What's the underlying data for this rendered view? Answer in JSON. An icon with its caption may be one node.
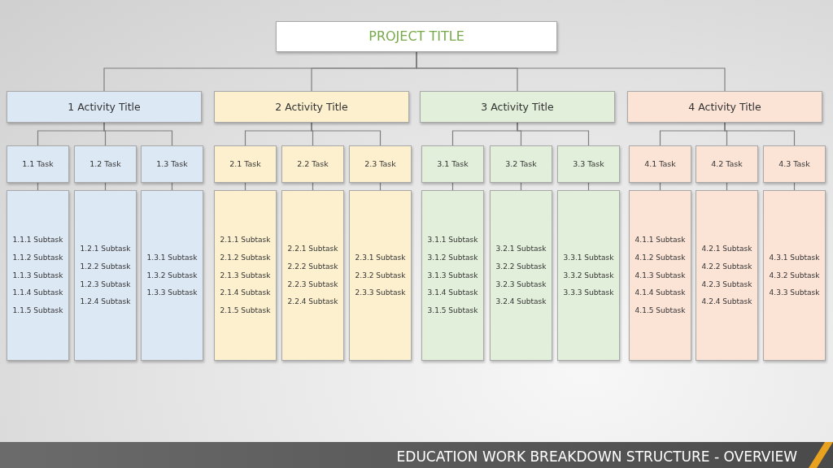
{
  "diagram": {
    "title": "EDUCATION WORK BREAKDOWN STRUCTURE - OVERVIEW",
    "nodes": [
      {
        "text": [
          "PROJECT TITLE"
        ]
      },
      {
        "text": [
          "1 Activity Title"
        ]
      },
      {
        "text": [
          "2 Activity Title"
        ]
      },
      {
        "text": [
          "3 Activity Title"
        ]
      },
      {
        "text": [
          "4 Activity Title"
        ]
      },
      {
        "text": [
          "1.1 Task"
        ]
      },
      {
        "text": [
          "1.2 Task"
        ]
      },
      {
        "text": [
          "1.3 Task"
        ]
      },
      {
        "text": [
          "2.1 Task"
        ]
      },
      {
        "text": [
          "2.2 Task"
        ]
      },
      {
        "text": [
          "2.3 Task"
        ]
      },
      {
        "text": [
          "3.1 Task"
        ]
      },
      {
        "text": [
          "3.2 Task"
        ]
      },
      {
        "text": [
          "3.3 Task"
        ]
      },
      {
        "text": [
          "4.1 Task"
        ]
      },
      {
        "text": [
          "4.2 Task"
        ]
      },
      {
        "text": [
          "4.3 Task"
        ]
      },
      {
        "text": [
          "1.1.1 Subtask",
          "1.1.2 Subtask",
          "1.1.3 Subtask",
          "1.1.4 Subtask",
          "1.1.5 Subtask"
        ]
      },
      {
        "text": [
          "1.2.1 Subtask",
          "1.2.2 Subtask",
          "1.2.3 Subtask",
          "1.2.4 Subtask"
        ]
      },
      {
        "text": [
          "1.3.1 Subtask",
          "1.3.2 Subtask",
          "1.3.3 Subtask"
        ]
      },
      {
        "text": [
          "2.1.1 Subtask",
          "2.1.2 Subtask",
          "2.1.3 Subtask",
          "2.1.4 Subtask",
          "2.1.5 Subtask"
        ]
      },
      {
        "text": [
          "2.2.1 Subtask",
          "2.2.2 Subtask",
          "2.2.3 Subtask",
          "2.2.4 Subtask"
        ]
      },
      {
        "text": [
          "2.3.1 Subtask",
          "2.3.2 Subtask",
          "2.3.3 Subtask"
        ]
      },
      {
        "text": [
          "3.1.1 Subtask",
          "3.1.2 Subtask",
          "3.1.3 Subtask",
          "3.1.4 Subtask",
          "3.1.5 Subtask"
        ]
      },
      {
        "text": [
          "3.2.1 Subtask",
          "3.2.2 Subtask",
          "3.2.3 Subtask",
          "3.2.4 Subtask"
        ]
      },
      {
        "text": [
          "3.3.1 Subtask",
          "3.3.2 Subtask",
          "3.3.3 Subtask"
        ]
      },
      {
        "text": [
          "4.1.1 Subtask",
          "4.1.2 Subtask",
          "4.1.3 Subtask",
          "4.1.4 Subtask",
          "4.1.5 Subtask"
        ]
      },
      {
        "text": [
          "4.2.1 Subtask",
          "4.2.2 Subtask",
          "4.2.3 Subtask",
          "4.2.4 Subtask"
        ]
      },
      {
        "text": [
          "4.3.1 Subtask",
          "4.3.2 Subtask",
          "4.3.3 Subtask"
        ]
      }
    ],
    "edges": [
      {
        "from": 0,
        "to": 1,
        "arrow": "none"
      },
      {
        "from": 0,
        "to": 2,
        "arrow": "none"
      },
      {
        "from": 0,
        "to": 3,
        "arrow": "none"
      },
      {
        "from": 0,
        "to": 4,
        "arrow": "none"
      },
      {
        "from": 1,
        "to": 5,
        "arrow": "none"
      },
      {
        "from": 1,
        "to": 6,
        "arrow": "none"
      },
      {
        "from": 1,
        "to": 7,
        "arrow": "none"
      },
      {
        "from": 2,
        "to": 8,
        "arrow": "none"
      },
      {
        "from": 2,
        "to": 9,
        "arrow": "none"
      },
      {
        "from": 2,
        "to": 10,
        "arrow": "none"
      },
      {
        "from": 3,
        "to": 11,
        "arrow": "none"
      },
      {
        "from": 3,
        "to": 12,
        "arrow": "none"
      },
      {
        "from": 3,
        "to": 13,
        "arrow": "none"
      },
      {
        "from": 4,
        "to": 14,
        "arrow": "none"
      },
      {
        "from": 4,
        "to": 15,
        "arrow": "none"
      },
      {
        "from": 4,
        "to": 16,
        "arrow": "none"
      },
      {
        "from": 5,
        "to": 17,
        "arrow": "none"
      },
      {
        "from": 6,
        "to": 18,
        "arrow": "none"
      },
      {
        "from": 7,
        "to": 19,
        "arrow": "none"
      },
      {
        "from": 8,
        "to": 20,
        "arrow": "none"
      },
      {
        "from": 9,
        "to": 21,
        "arrow": "none"
      },
      {
        "from": 10,
        "to": 22,
        "arrow": "none"
      },
      {
        "from": 11,
        "to": 23,
        "arrow": "none"
      },
      {
        "from": 12,
        "to": 24,
        "arrow": "none"
      },
      {
        "from": 13,
        "to": 25,
        "arrow": "none"
      },
      {
        "from": 14,
        "to": 26,
        "arrow": "none"
      },
      {
        "from": 15,
        "to": 27,
        "arrow": "none"
      },
      {
        "from": 16,
        "to": 28,
        "arrow": "none"
      }
    ]
  }
}
